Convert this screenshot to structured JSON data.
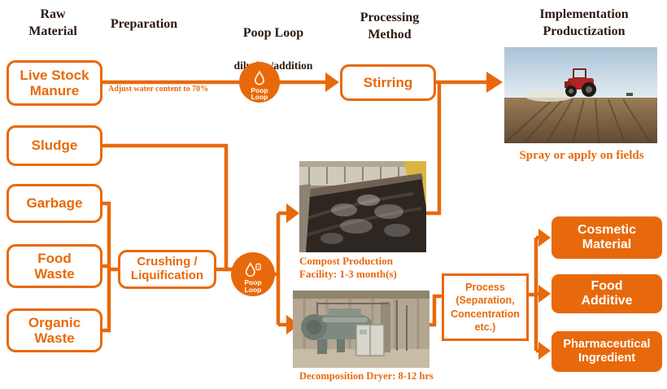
{
  "colors": {
    "accent_orange": "#E8690B",
    "header_text": "#2b1a12",
    "box_background": "#ffffff"
  },
  "headers": {
    "raw_material": "Raw\nMaterial",
    "preparation": "Preparation",
    "poop_loop": {
      "line1": "Poop Loop",
      "line2": "dilution/addition"
    },
    "processing_method": "Processing\nMethod",
    "implementation": "Implementation\nProductization"
  },
  "raw_boxes": {
    "live_stock_manure": "Live Stock\nManure",
    "sludge": "Sludge",
    "garbage": "Garbage",
    "food_waste": "Food\nWaste",
    "organic_waste": "Organic\nWaste"
  },
  "process_boxes": {
    "crushing": "Crushing /\nLiquification",
    "stirring": "Stirring",
    "process": "Process\n(Separation,\nConcentration\netc.)"
  },
  "poop_loop_node": "Poop\nLoop",
  "annotations": {
    "adjust_water": "Adjust water content to 70%",
    "compost_caption": "Compost Production\nFacility: 1-3 month(s)",
    "decomposition_caption": "Decomposition Dryer: 8-12 hrs",
    "tractor_caption": "Spray or apply on fields"
  },
  "output_boxes": {
    "cosmetic": "Cosmetic\nMaterial",
    "food_additive": "Food\nAdditive",
    "pharmaceutical": "Pharmaceutical\nIngredient"
  }
}
